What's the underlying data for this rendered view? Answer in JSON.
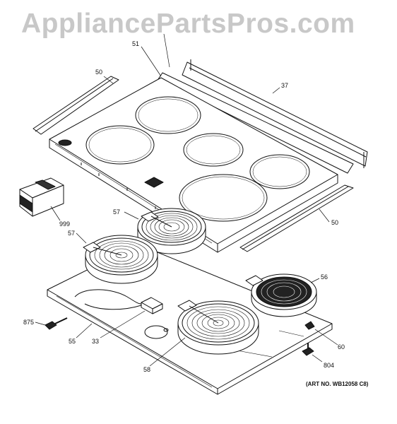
{
  "watermark": "AppliancePartsPros.com",
  "art_number": "(ART NO. WB12058 C8)",
  "callouts": {
    "c51": "51",
    "c50_left": "50",
    "c37": "37",
    "c999": "999",
    "c50_right": "50",
    "c57_top": "57",
    "c57_left": "57",
    "c56": "56",
    "c875": "875",
    "c55": "55",
    "c33": "33",
    "c60": "60",
    "c58": "58",
    "c804": "804"
  }
}
